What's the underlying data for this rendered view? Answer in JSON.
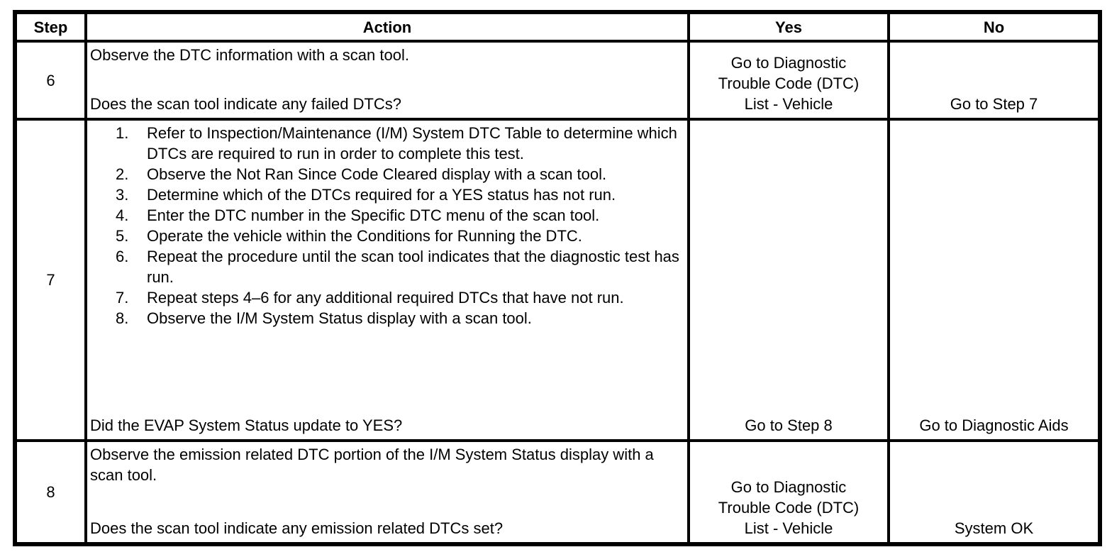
{
  "page": {
    "background_color": "#ffffff",
    "border_color": "#000000",
    "text_color": "#000000"
  },
  "table": {
    "headers": {
      "step": "Step",
      "action": "Action",
      "yes": "Yes",
      "no": "No"
    },
    "rows": [
      {
        "step": "6",
        "action_intro": "Observe the DTC information with a scan tool.",
        "action_question": "Does the scan tool indicate any failed DTCs?",
        "yes": "Go to Diagnostic Trouble Code (DTC) List - Vehicle",
        "no": "Go to Step 7"
      },
      {
        "step": "7",
        "action_list": [
          {
            "num": "1.",
            "text": "Refer to Inspection/Maintenance (I/M) System DTC Table to determine which DTCs are required to run in order to complete this test."
          },
          {
            "num": "2.",
            "text": "Observe the Not Ran Since Code Cleared display with a scan tool."
          },
          {
            "num": "3.",
            "text": "Determine which of the DTCs required for a YES status has not run."
          },
          {
            "num": "4.",
            "text": "Enter the DTC number in the Specific DTC menu of the scan tool."
          },
          {
            "num": "5.",
            "text": "Operate the vehicle within the Conditions for Running the DTC."
          },
          {
            "num": "6.",
            "text": "Repeat the procedure until the scan tool indicates that the diagnostic test has run."
          },
          {
            "num": "7.",
            "text": "Repeat steps 4–6 for any additional required DTCs that have not run."
          },
          {
            "num": "8.",
            "text": "Observe the I/M System Status display with a scan tool."
          }
        ],
        "action_question": "Did the EVAP System Status update to YES?",
        "yes": "Go to Step 8",
        "no": "Go to Diagnostic Aids"
      },
      {
        "step": "8",
        "action_intro": "Observe the emission related DTC portion of the I/M System Status display with a scan tool.",
        "action_question": "Does the scan tool indicate any emission related DTCs set?",
        "yes": "Go to Diagnostic Trouble Code (DTC) List - Vehicle",
        "no": "System OK"
      }
    ]
  }
}
